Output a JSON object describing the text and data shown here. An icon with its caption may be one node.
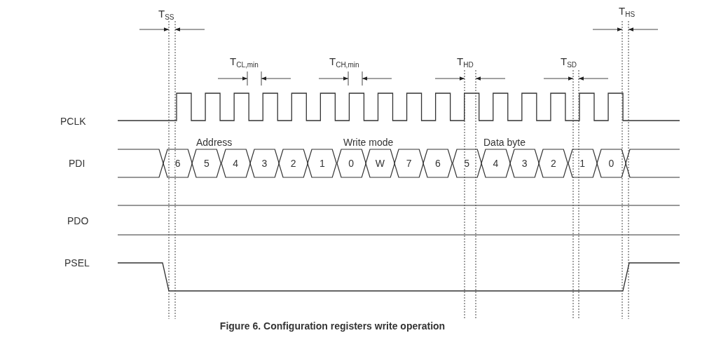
{
  "diagram": {
    "caption": "Figure 6. Configuration registers write operation",
    "nodes": [
      {
        "text": [
          "6"
        ]
      },
      {
        "text": [
          "5"
        ]
      },
      {
        "text": [
          "4"
        ]
      },
      {
        "text": [
          "3"
        ]
      },
      {
        "text": [
          "2"
        ]
      },
      {
        "text": [
          "1"
        ]
      },
      {
        "text": [
          "0"
        ]
      },
      {
        "text": [
          "W"
        ]
      },
      {
        "text": [
          "7"
        ]
      },
      {
        "text": [
          "6"
        ]
      },
      {
        "text": [
          "5"
        ]
      },
      {
        "text": [
          "4"
        ]
      },
      {
        "text": [
          "3"
        ]
      },
      {
        "text": [
          "2"
        ]
      },
      {
        "text": [
          "1"
        ]
      },
      {
        "text": [
          "0"
        ]
      }
    ],
    "labels": [
      "T$_{SS}$",
      "T$_{HS}$",
      "T$_{CL,min}$",
      "T$_{CH,min}$",
      "T$_{HD}$",
      "T$_{SD}$",
      "PCLK",
      "Address",
      "Write mode",
      "Data byte",
      "PDI",
      "PDO",
      "PSEL"
    ]
  }
}
